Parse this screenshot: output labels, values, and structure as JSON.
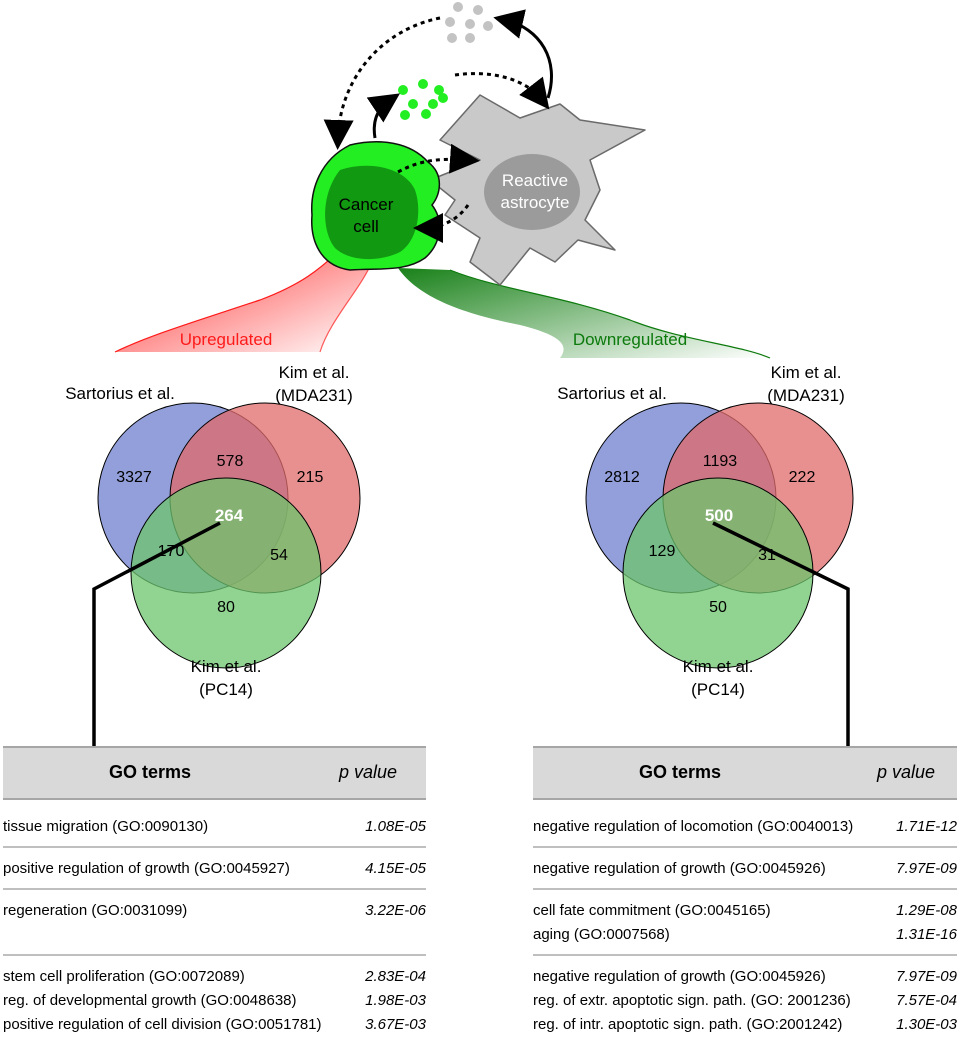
{
  "schematic": {
    "cancer_cell_label_1": "Cancer",
    "cancer_cell_label_2": "cell",
    "astrocyte_label_1": "Reactive",
    "astrocyte_label_2": "astrocyte",
    "up_label": "Upregulated",
    "down_label": "Downregulated",
    "colors": {
      "cancer": "#22ee22",
      "cancer_dark": "#119911",
      "astrocyte": "#c8c8c8",
      "astrocyte_nucleus": "#999999",
      "up": "#ff2222",
      "down": "#117711"
    }
  },
  "venn_up": {
    "label_a": "Sartorius et al.",
    "label_b_1": "Kim et al.",
    "label_b_2": "(MDA231)",
    "label_c_1": "Kim et al.",
    "label_c_2": "(PC14)",
    "a_only": "3327",
    "b_only": "215",
    "c_only": "80",
    "ab": "578",
    "ac": "170",
    "bc": "54",
    "abc": "264"
  },
  "venn_down": {
    "label_a": "Sartorius et al.",
    "label_b_1": "Kim et al.",
    "label_b_2": "(MDA231)",
    "label_c_1": "Kim et al.",
    "label_c_2": "(PC14)",
    "a_only": "2812",
    "b_only": "222",
    "c_only": "50",
    "ab": "1193",
    "ac": "129",
    "bc": "31",
    "abc": "500"
  },
  "venn_colors": {
    "a": "#6d7fce",
    "b": "#e06a6a",
    "c": "#6cc46c"
  },
  "table_up": {
    "header_terms": "GO terms",
    "header_p": "p value",
    "groups": [
      [
        {
          "term": "tissue migration (GO:0090130)",
          "p": "1.08E-05"
        }
      ],
      [
        {
          "term": "positive regulation of growth (GO:0045927)",
          "p": "4.15E-05"
        }
      ],
      [
        {
          "term": "regeneration (GO:0031099)",
          "p": "3.22E-06"
        },
        {
          "term": "",
          "p": ""
        }
      ],
      [
        {
          "term": "stem cell proliferation (GO:0072089)",
          "p": "2.83E-04"
        },
        {
          "term": "reg. of developmental growth (GO:0048638)",
          "p": "1.98E-03"
        },
        {
          "term": "positive regulation of cell division (GO:0051781)",
          "p": "3.67E-03"
        }
      ]
    ]
  },
  "table_down": {
    "header_terms": "GO terms",
    "header_p": "p value",
    "groups": [
      [
        {
          "term": "negative regulation of locomotion (GO:0040013)",
          "p": "1.71E-12"
        }
      ],
      [
        {
          "term": "negative regulation of growth (GO:0045926)",
          "p": "7.97E-09"
        }
      ],
      [
        {
          "term": "cell fate commitment (GO:0045165)",
          "p": "1.29E-08"
        },
        {
          "term": "aging (GO:0007568)",
          "p": "1.31E-16"
        }
      ],
      [
        {
          "term": "negative regulation of growth (GO:0045926)",
          "p": "7.97E-09"
        },
        {
          "term": "reg. of extr. apoptotic sign. path. (GO: 2001236)",
          "p": "7.57E-04"
        },
        {
          "term": "reg. of intr. apoptotic sign. path. (GO:2001242)",
          "p": "1.30E-03"
        }
      ]
    ]
  }
}
